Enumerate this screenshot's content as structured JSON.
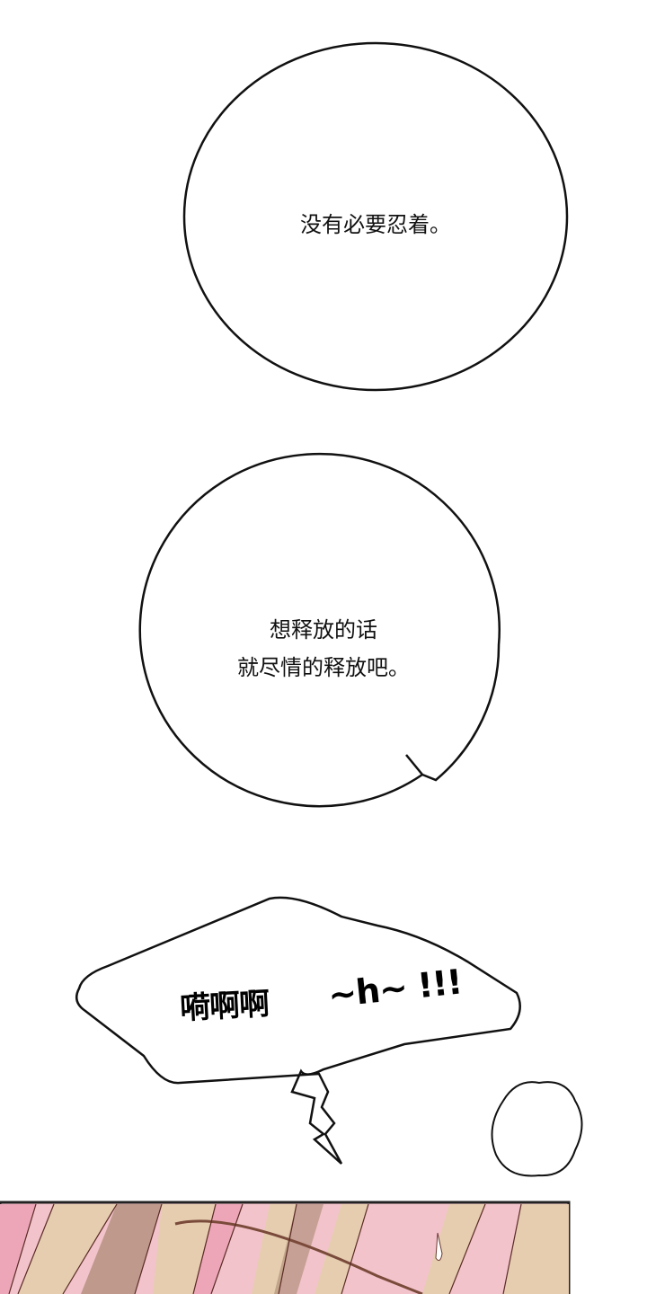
{
  "bubbles": [
    {
      "lines": [
        "没有必要忍着。"
      ]
    },
    {
      "lines": [
        "想释放的话",
        "就尽情的释放吧。"
      ]
    },
    {
      "shout": "嗬啊啊",
      "effect": "~h~ !!!"
    }
  ],
  "colors": {
    "ink": "#111111",
    "hair_pink": "#eca6b8",
    "hair_beige": "#e6cdb0",
    "hair_brown": "#a98871",
    "skin_pink": "#f2c3cb"
  }
}
